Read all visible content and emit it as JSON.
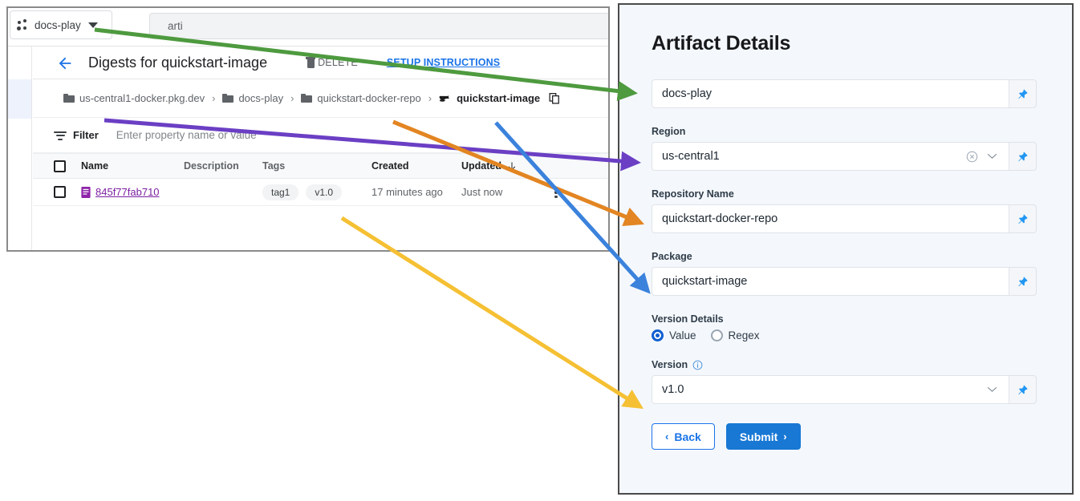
{
  "browser": {
    "topbar": {
      "project_name": "docs-play",
      "project_icon": "dots-grid-icon",
      "search_value": "arti"
    },
    "header": {
      "back_icon": "back-arrow-icon",
      "title": "Digests for quickstart-image",
      "delete_label": "DELETE",
      "delete_icon": "trash-icon",
      "setup_link": "SETUP INSTRUCTIONS"
    },
    "breadcrumb": {
      "items": [
        {
          "label": "us-central1-docker.pkg.dev",
          "icon": "folder-icon"
        },
        {
          "label": "docs-play",
          "icon": "folder-icon"
        },
        {
          "label": "quickstart-docker-repo",
          "icon": "folder-icon"
        },
        {
          "label": "quickstart-image",
          "icon": "docker-whale-icon"
        }
      ],
      "separator": "›",
      "copy_icon": "copy-icon"
    },
    "filter": {
      "icon": "filter-icon",
      "label": "Filter",
      "placeholder": "Enter property name or value"
    },
    "table": {
      "columns": [
        "Name",
        "Description",
        "Tags",
        "Created",
        "Updated"
      ],
      "sort_column": "Updated",
      "sort_icon": "arrow-down-icon",
      "rows": [
        {
          "name": "845f77fab710",
          "name_icon": "document-icon",
          "description": "",
          "tags": [
            "tag1",
            "v1.0"
          ],
          "created": "17 minutes ago",
          "updated": "Just now",
          "more_icon": "kebab-menu-icon"
        }
      ]
    }
  },
  "form": {
    "title": "Artifact Details",
    "fields": [
      {
        "label": "",
        "value": "docs-play",
        "has_clear": false,
        "has_chevron": false,
        "pin_icon": "pin-icon"
      },
      {
        "label": "Region",
        "value": "us-central1",
        "has_clear": true,
        "has_chevron": true,
        "clear_icon": "clear-circle-icon",
        "chevron_icon": "chevron-down-icon",
        "pin_icon": "pin-icon"
      },
      {
        "label": "Repository Name",
        "value": "quickstart-docker-repo",
        "has_clear": false,
        "has_chevron": false,
        "pin_icon": "pin-icon"
      },
      {
        "label": "Package",
        "value": "quickstart-image",
        "has_clear": false,
        "has_chevron": false,
        "pin_icon": "pin-icon"
      }
    ],
    "version_details": {
      "label": "Version Details",
      "options": [
        {
          "label": "Value",
          "selected": true
        },
        {
          "label": "Regex",
          "selected": false
        }
      ]
    },
    "version": {
      "label": "Version",
      "info_icon": "info-icon",
      "value": "v1.0",
      "chevron_icon": "chevron-down-icon",
      "pin_icon": "pin-icon"
    },
    "buttons": {
      "back": "Back",
      "back_chevron": "‹",
      "submit": "Submit",
      "submit_chevron": "›"
    }
  },
  "annotations": {
    "arrows": [
      {
        "name": "green-arrow-project",
        "color": "#4e9a3f",
        "from": "project-picker",
        "to": "project-field"
      },
      {
        "name": "purple-arrow-region",
        "color": "#6b3fc4",
        "from": "breadcrumb-registry-host",
        "to": "region-field"
      },
      {
        "name": "orange-arrow-repository",
        "color": "#e28522",
        "from": "breadcrumb-repository",
        "to": "repository-field"
      },
      {
        "name": "blue-arrow-package",
        "color": "#3b82dc",
        "from": "breadcrumb-package",
        "to": "package-field"
      },
      {
        "name": "yellow-arrow-version",
        "color": "#f5c033",
        "from": "tag-v1-0",
        "to": "version-field"
      }
    ]
  },
  "colors": {
    "accent_blue": "#1a73e8",
    "submit_blue": "#1878d4",
    "link_purple": "#7b1fa2",
    "panel_bg": "#f4f8fd",
    "rail_active": "#eef2fc"
  }
}
